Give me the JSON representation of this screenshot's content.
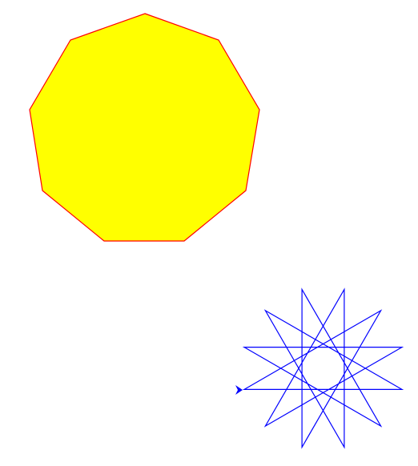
{
  "drawing": {
    "nonagon": {
      "sides": 9,
      "fill": "#ffff00",
      "stroke": "#ff0000"
    },
    "star": {
      "points": 12,
      "skip": 5,
      "stroke": "#0000ff"
    },
    "turtle": {
      "icon": "turtle-arrow-icon",
      "color": "#0000ff",
      "heading": "right"
    }
  }
}
